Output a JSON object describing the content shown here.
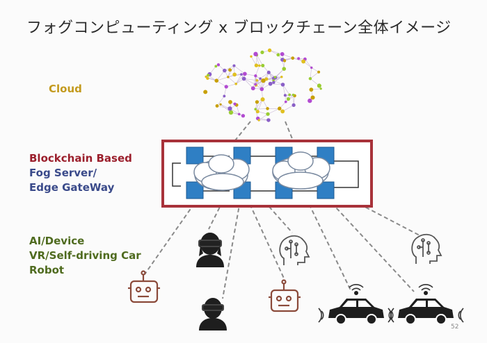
{
  "title": "フォグコンピューティング x ブロックチェーン全体イメージ",
  "labels": {
    "cloud": "Cloud",
    "fog": [
      "Blockchain Based",
      "Fog Server/",
      "Edge GateWay"
    ],
    "devices": [
      "AI/Device",
      "VR/Self-driving Car",
      "Robot"
    ]
  },
  "page_number": "52",
  "colors": {
    "cloud_label": "#c39a1e",
    "fog_title": "#9b1f2c",
    "fog_sub": "#3a4a8a",
    "device_label": "#4f6b1f",
    "frame": "#a8323a",
    "node": "#2f7fc4"
  },
  "icons": [
    "network-cloud-icon",
    "blockchain-node-icon",
    "fog-cloud-icon",
    "robot-icon",
    "vr-headset-person-icon",
    "ai-brain-icon",
    "self-driving-car-icon"
  ]
}
